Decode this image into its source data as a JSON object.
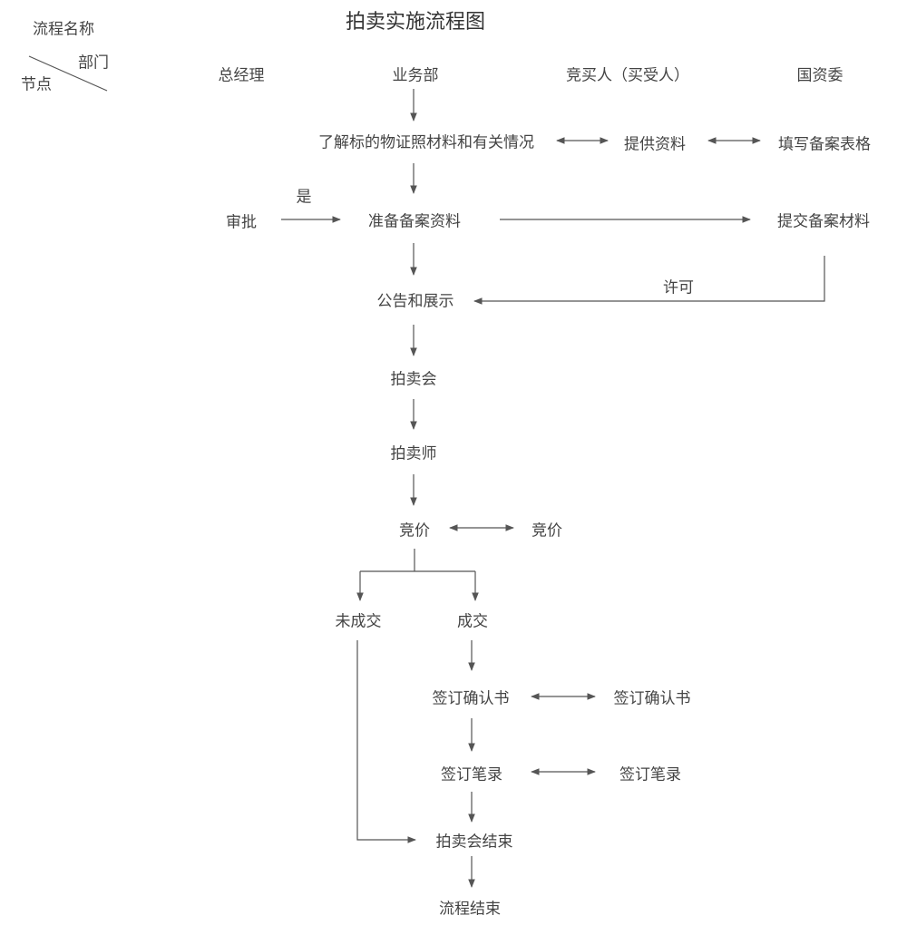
{
  "title": "拍卖实施流程图",
  "corner": {
    "process_name": "流程名称",
    "department": "部门",
    "node": "节点"
  },
  "columns": [
    "总经理",
    "业务部",
    "竞买人（买受人）",
    "国资委"
  ],
  "nodes": {
    "understand": "了解标的物证照材料和有关情况",
    "provide": "提供资料",
    "fill_form": "填写备案表格",
    "approve": "审批",
    "yes": "是",
    "prepare": "准备备案资料",
    "submit": "提交备案材料",
    "permit": "许可",
    "announce": "公告和展示",
    "auction": "拍卖会",
    "auctioneer": "拍卖师",
    "bid": "竞价",
    "bid_buyer": "竞价",
    "no_deal": "未成交",
    "deal": "成交",
    "confirm": "签订确认书",
    "confirm_buyer": "签订确认书",
    "record": "签订笔录",
    "record_buyer": "签订笔录",
    "auction_end": "拍卖会结束",
    "process_end": "流程结束"
  }
}
